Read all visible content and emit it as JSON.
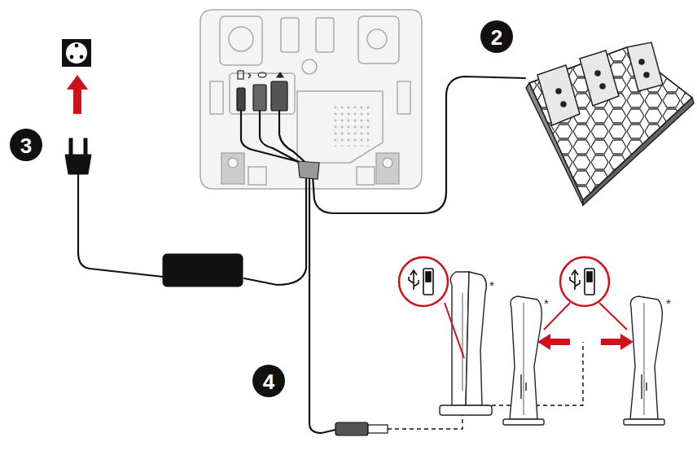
{
  "diagram": {
    "labels": [
      "2",
      "3",
      "4",
      "*",
      "*",
      "*"
    ]
  }
}
